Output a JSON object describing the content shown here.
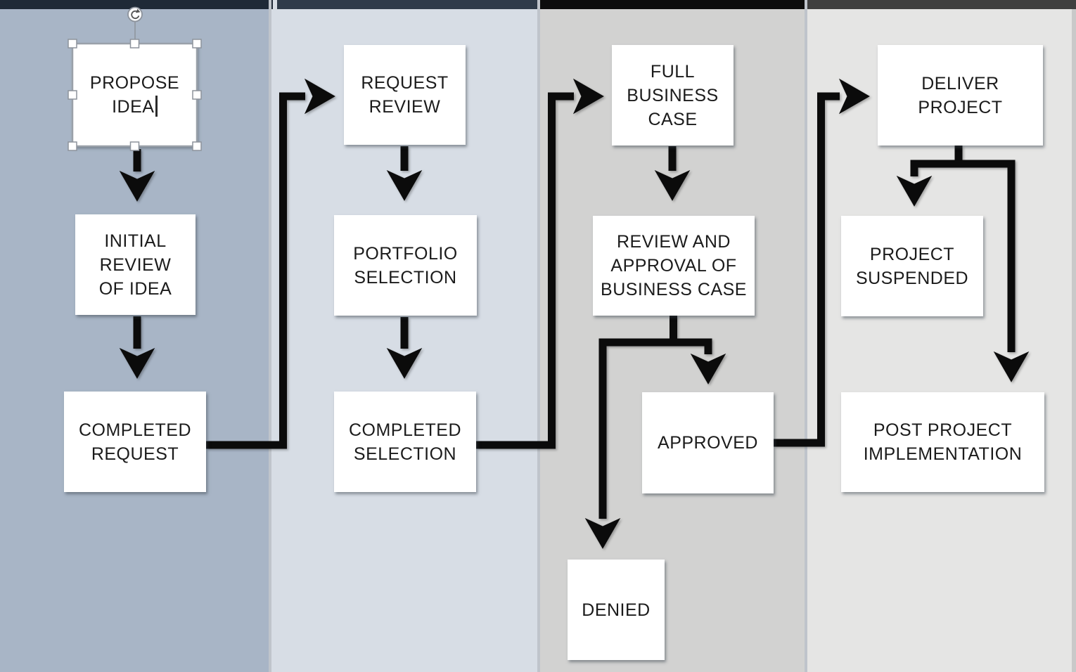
{
  "lanes": [
    {
      "id": "lane-1",
      "header_color": "#1f2a37",
      "bg_color": "#a8b5c6"
    },
    {
      "id": "lane-2",
      "header_color": "#2f3b4a",
      "bg_color": "#d7dde5"
    },
    {
      "id": "lane-3",
      "header_color": "#0d0d0d",
      "bg_color": "#d2d2d1"
    },
    {
      "id": "lane-4",
      "header_color": "#3f3f3f",
      "bg_color": "#e5e5e4"
    }
  ],
  "boxes": [
    {
      "id": "propose-idea",
      "label": "PROPOSE\nIDEA",
      "lane": "lane-1"
    },
    {
      "id": "initial-review-of-idea",
      "label": "INITIAL\nREVIEW\nOF IDEA",
      "lane": "lane-1"
    },
    {
      "id": "completed-request",
      "label": "COMPLETED\nREQUEST",
      "lane": "lane-1"
    },
    {
      "id": "request-review",
      "label": "REQUEST\nREVIEW",
      "lane": "lane-2"
    },
    {
      "id": "portfolio-selection",
      "label": "PORTFOLIO\nSELECTION",
      "lane": "lane-2"
    },
    {
      "id": "completed-selection",
      "label": "COMPLETED\nSELECTION",
      "lane": "lane-2"
    },
    {
      "id": "full-business-case",
      "label": "FULL\nBUSINESS\nCASE",
      "lane": "lane-3"
    },
    {
      "id": "review-and-approval-of-business-case",
      "label": "REVIEW AND\nAPPROVAL OF\nBUSINESS CASE",
      "lane": "lane-3"
    },
    {
      "id": "approved",
      "label": "APPROVED",
      "lane": "lane-3"
    },
    {
      "id": "denied",
      "label": "DENIED",
      "lane": "lane-3"
    },
    {
      "id": "deliver-project",
      "label": "DELIVER\nPROJECT",
      "lane": "lane-4"
    },
    {
      "id": "project-suspended",
      "label": "PROJECT\nSUSPENDED",
      "lane": "lane-4"
    },
    {
      "id": "post-project-implementation",
      "label": "POST PROJECT\nIMPLEMENTATION",
      "lane": "lane-4"
    }
  ],
  "connections": [
    {
      "from": "propose-idea",
      "to": "initial-review-of-idea"
    },
    {
      "from": "initial-review-of-idea",
      "to": "completed-request"
    },
    {
      "from": "completed-request",
      "to": "request-review"
    },
    {
      "from": "request-review",
      "to": "portfolio-selection"
    },
    {
      "from": "portfolio-selection",
      "to": "completed-selection"
    },
    {
      "from": "completed-selection",
      "to": "full-business-case"
    },
    {
      "from": "full-business-case",
      "to": "review-and-approval-of-business-case"
    },
    {
      "from": "review-and-approval-of-business-case",
      "to": "approved"
    },
    {
      "from": "review-and-approval-of-business-case",
      "to": "denied"
    },
    {
      "from": "approved",
      "to": "deliver-project"
    },
    {
      "from": "deliver-project",
      "to": "project-suspended"
    },
    {
      "from": "deliver-project",
      "to": "post-project-implementation"
    }
  ],
  "selection": {
    "selected_box_id": "propose-idea",
    "text_cursor_visible": true
  },
  "colors": {
    "connector": "#0b0b0b",
    "box_fill": "#ffffff",
    "box_text": "#1b1b1b",
    "selection_outline": "#9aa1a9",
    "lane_divider": "#bfc4cb"
  }
}
